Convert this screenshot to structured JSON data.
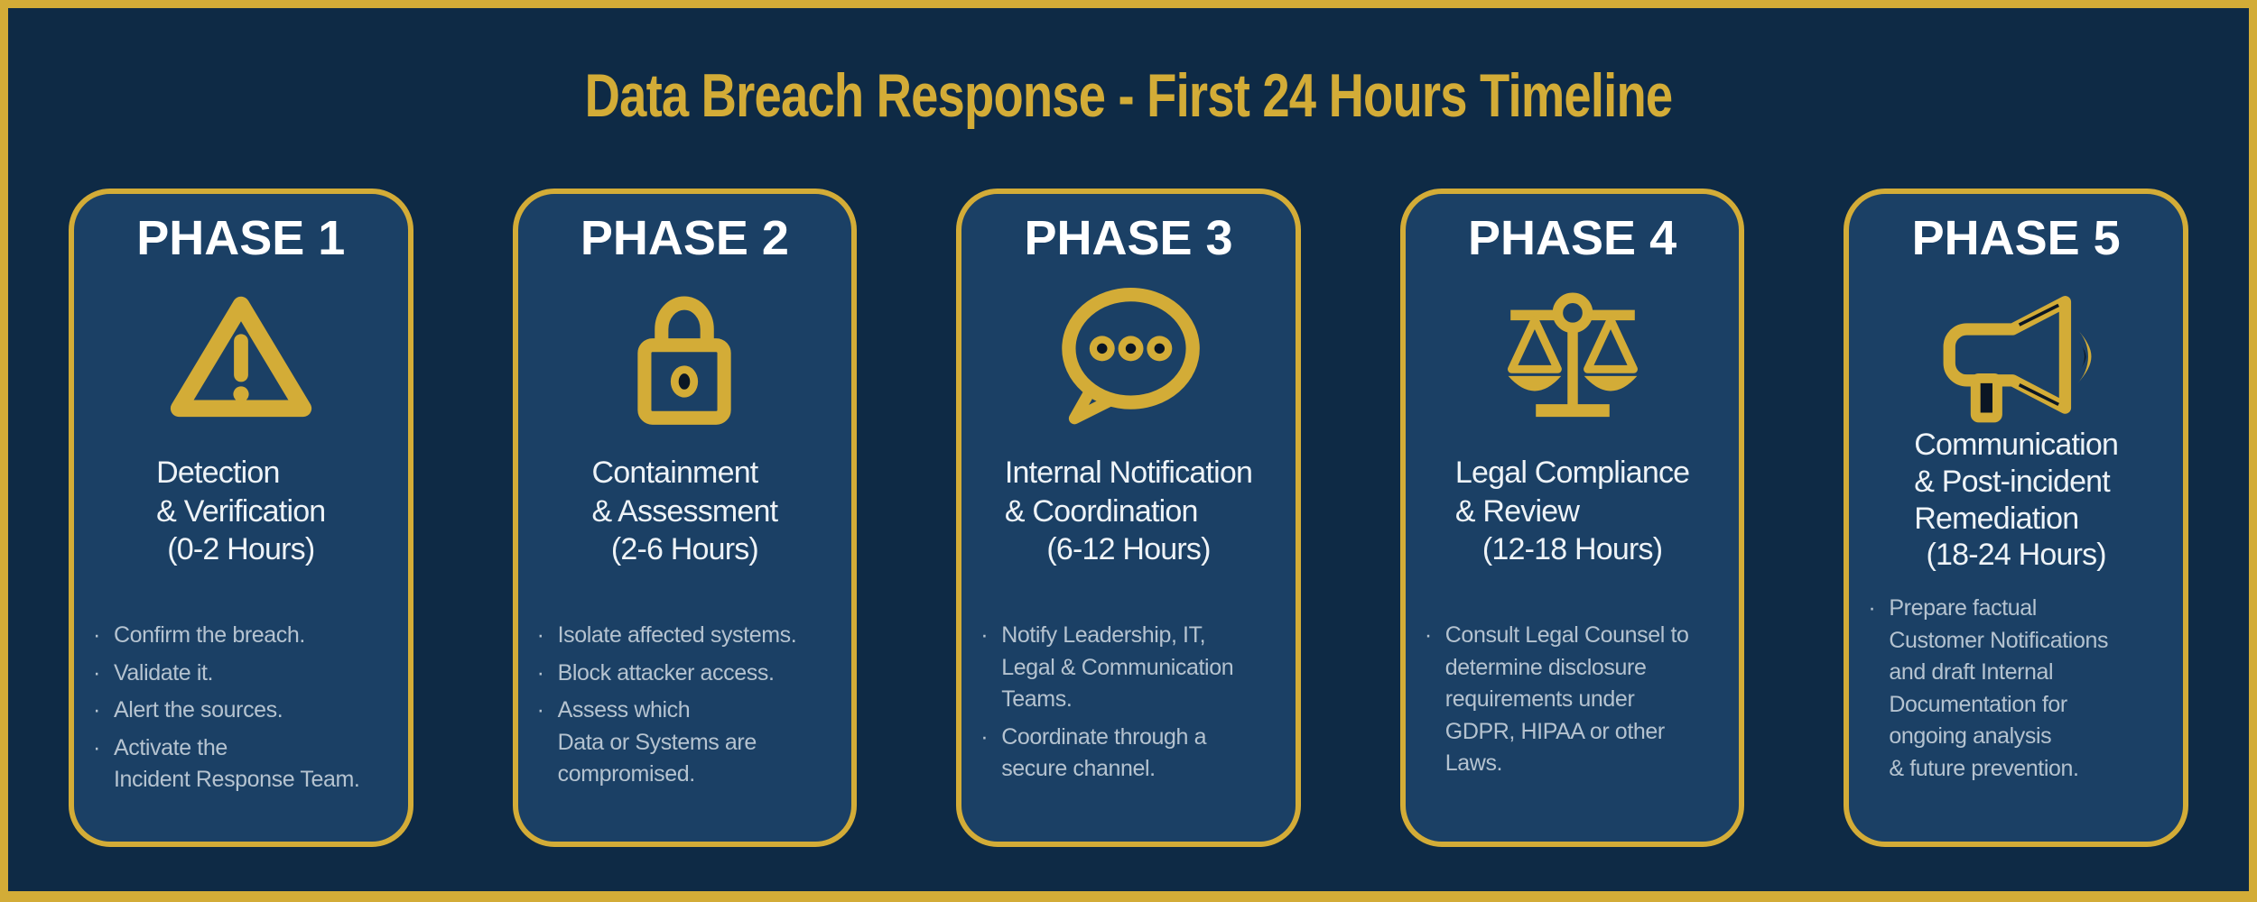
{
  "page": {
    "title": "Data Breach Response - First 24 Hours Timeline"
  },
  "colors": {
    "background_navy": "#0e2a45",
    "card_navy": "#1b4065",
    "accent_gold": "#d3ac37",
    "heading_white": "#ffffff",
    "body_text_gray": "#b5c3d0",
    "icon_dark_detail": "#0b1624"
  },
  "bullet_glyph": "·",
  "cards": [
    {
      "phase": "PHASE 1",
      "icon": "warning-triangle-icon",
      "title": "Detection\n& Verification",
      "hours": "(0-2 Hours)",
      "bullets": [
        "Confirm the breach.",
        "Validate it.",
        "Alert the sources.",
        "Activate the\nIncident Response Team."
      ]
    },
    {
      "phase": "PHASE 2",
      "icon": "padlock-icon",
      "title": "Containment\n& Assessment",
      "hours": "(2-6 Hours)",
      "bullets": [
        "Isolate affected systems.",
        "Block attacker access.",
        "Assess which\nData or Systems are\ncompromised."
      ]
    },
    {
      "phase": "PHASE 3",
      "icon": "speech-bubble-icon",
      "title": "Internal Notification\n& Coordination",
      "hours": "(6-12 Hours)",
      "bullets": [
        "Notify Leadership, IT,\nLegal & Communication\nTeams.",
        "Coordinate through a\nsecure channel."
      ]
    },
    {
      "phase": "PHASE 4",
      "icon": "scales-of-justice-icon",
      "title": "Legal Compliance\n& Review",
      "hours": "(12-18 Hours)",
      "bullets": [
        "Consult Legal Counsel to\ndetermine disclosure\nrequirements under\nGDPR, HIPAA or other\nLaws."
      ]
    },
    {
      "phase": "PHASE 5",
      "icon": "megaphone-icon",
      "title": "Communication\n& Post-incident\nRemediation",
      "hours": "(18-24 Hours)",
      "bullets": [
        "Prepare factual\nCustomer Notifications\nand draft Internal\nDocumentation for\nongoing analysis\n& future prevention."
      ]
    }
  ]
}
